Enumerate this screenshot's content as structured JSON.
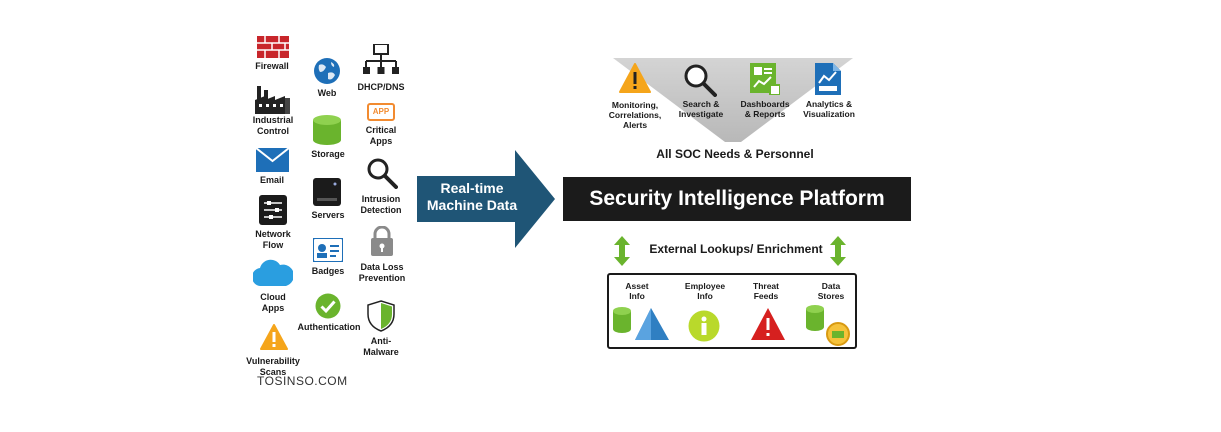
{
  "sources": [
    {
      "label": "Firewall",
      "icon": "firewall-icon"
    },
    {
      "label": "Industrial\nControl",
      "icon": "factory-icon"
    },
    {
      "label": "Email",
      "icon": "email-icon"
    },
    {
      "label": "Network\nFlow",
      "icon": "network-flow-icon"
    },
    {
      "label": "Cloud\nApps",
      "icon": "cloud-icon"
    },
    {
      "label": "Vulnerability\nScans",
      "icon": "warning-icon"
    },
    {
      "label": "Web",
      "icon": "globe-icon"
    },
    {
      "label": "Storage",
      "icon": "storage-icon"
    },
    {
      "label": "Servers",
      "icon": "server-icon"
    },
    {
      "label": "Badges",
      "icon": "badge-icon"
    },
    {
      "label": "Authentication",
      "icon": "checkmark-icon"
    },
    {
      "label": "DHCP/DNS",
      "icon": "dhcp-network-icon"
    },
    {
      "label": "Critical\nApps",
      "icon": "app-icon"
    },
    {
      "label": "Intrusion\nDetection",
      "icon": "magnifier-icon"
    },
    {
      "label": "Data Loss\nPrevention",
      "icon": "lock-icon"
    },
    {
      "label": "Anti-\nMalware",
      "icon": "shield-icon"
    }
  ],
  "app_badge_text": "APP",
  "arrow_label": "Real-time\nMachine Data",
  "top_functions": [
    {
      "label": "Monitoring,\nCorrelations,\nAlerts",
      "icon": "alert-icon"
    },
    {
      "label": "Search &\nInvestigate",
      "icon": "search-icon"
    },
    {
      "label": "Dashboards\n& Reports",
      "icon": "dashboard-icon"
    },
    {
      "label": "Analytics &\nVisualization",
      "icon": "analytics-icon"
    }
  ],
  "soc_needs": "All SOC Needs & Personnel",
  "platform_title": "Security Intelligence Platform",
  "external_lookups": "External Lookups/ Enrichment",
  "enrichment": [
    {
      "label": "Asset\nInfo",
      "icon": "asset-info-icon"
    },
    {
      "label": "Employee\nInfo",
      "icon": "info-icon"
    },
    {
      "label": "Threat\nFeeds",
      "icon": "threat-icon"
    },
    {
      "label": "Data\nStores",
      "icon": "data-store-icon"
    }
  ],
  "watermark": "TOSINSO.COM",
  "colors": {
    "arrow": "#1f5576",
    "green": "#6ab42d",
    "red": "#d6201f",
    "blue": "#1e6fb8",
    "yellow": "#f5a51b",
    "dark": "#1b1b1b"
  }
}
